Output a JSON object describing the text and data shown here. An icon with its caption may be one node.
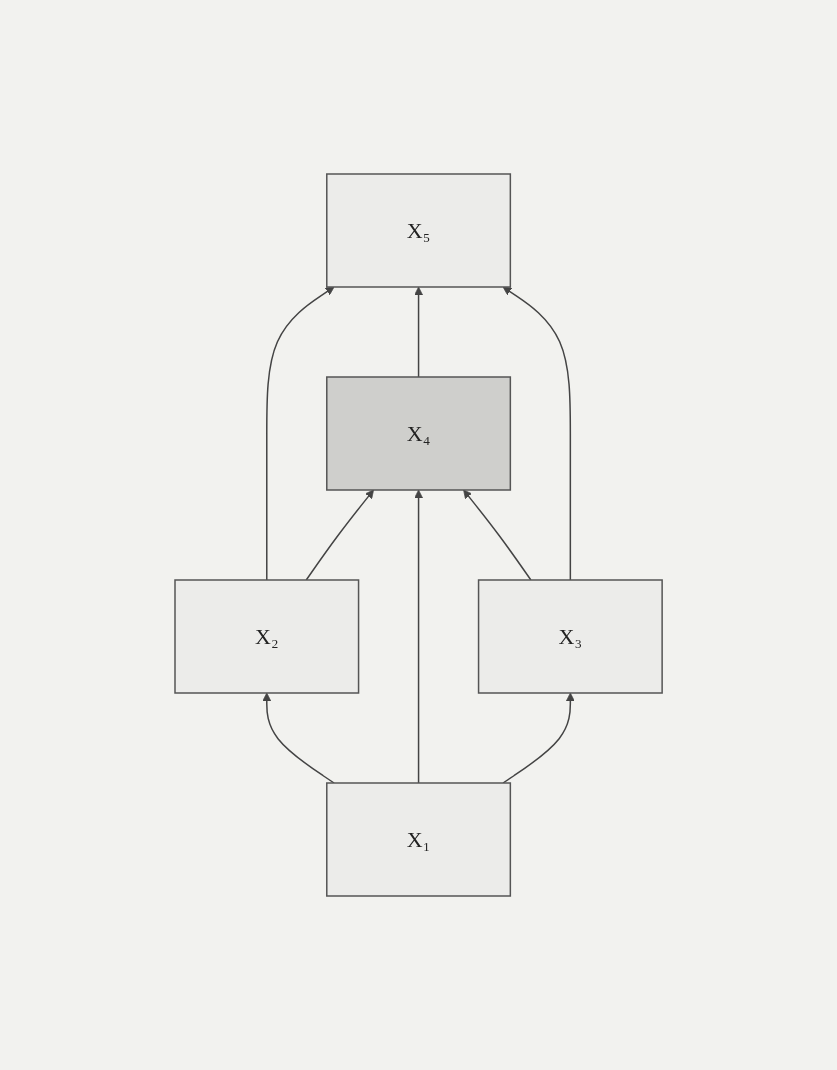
{
  "diagram": {
    "nodes": [
      {
        "text": [
          "X₅"
        ]
      },
      {
        "text": [
          "X₄"
        ]
      },
      {
        "text": [
          "X₂"
        ]
      },
      {
        "text": [
          "X₃"
        ]
      },
      {
        "text": [
          "X₁"
        ]
      }
    ],
    "edges": [
      {
        "from": 4,
        "to": 2,
        "arrow": "to"
      },
      {
        "from": 4,
        "to": 1,
        "arrow": "to"
      },
      {
        "from": 4,
        "to": 3,
        "arrow": "to"
      },
      {
        "from": 2,
        "to": 0,
        "arrow": "to"
      },
      {
        "from": 2,
        "to": 1,
        "arrow": "to"
      },
      {
        "from": 3,
        "to": 1,
        "arrow": "to"
      },
      {
        "from": 3,
        "to": 0,
        "arrow": "to"
      },
      {
        "from": 1,
        "to": 0,
        "arrow": "to"
      }
    ]
  }
}
